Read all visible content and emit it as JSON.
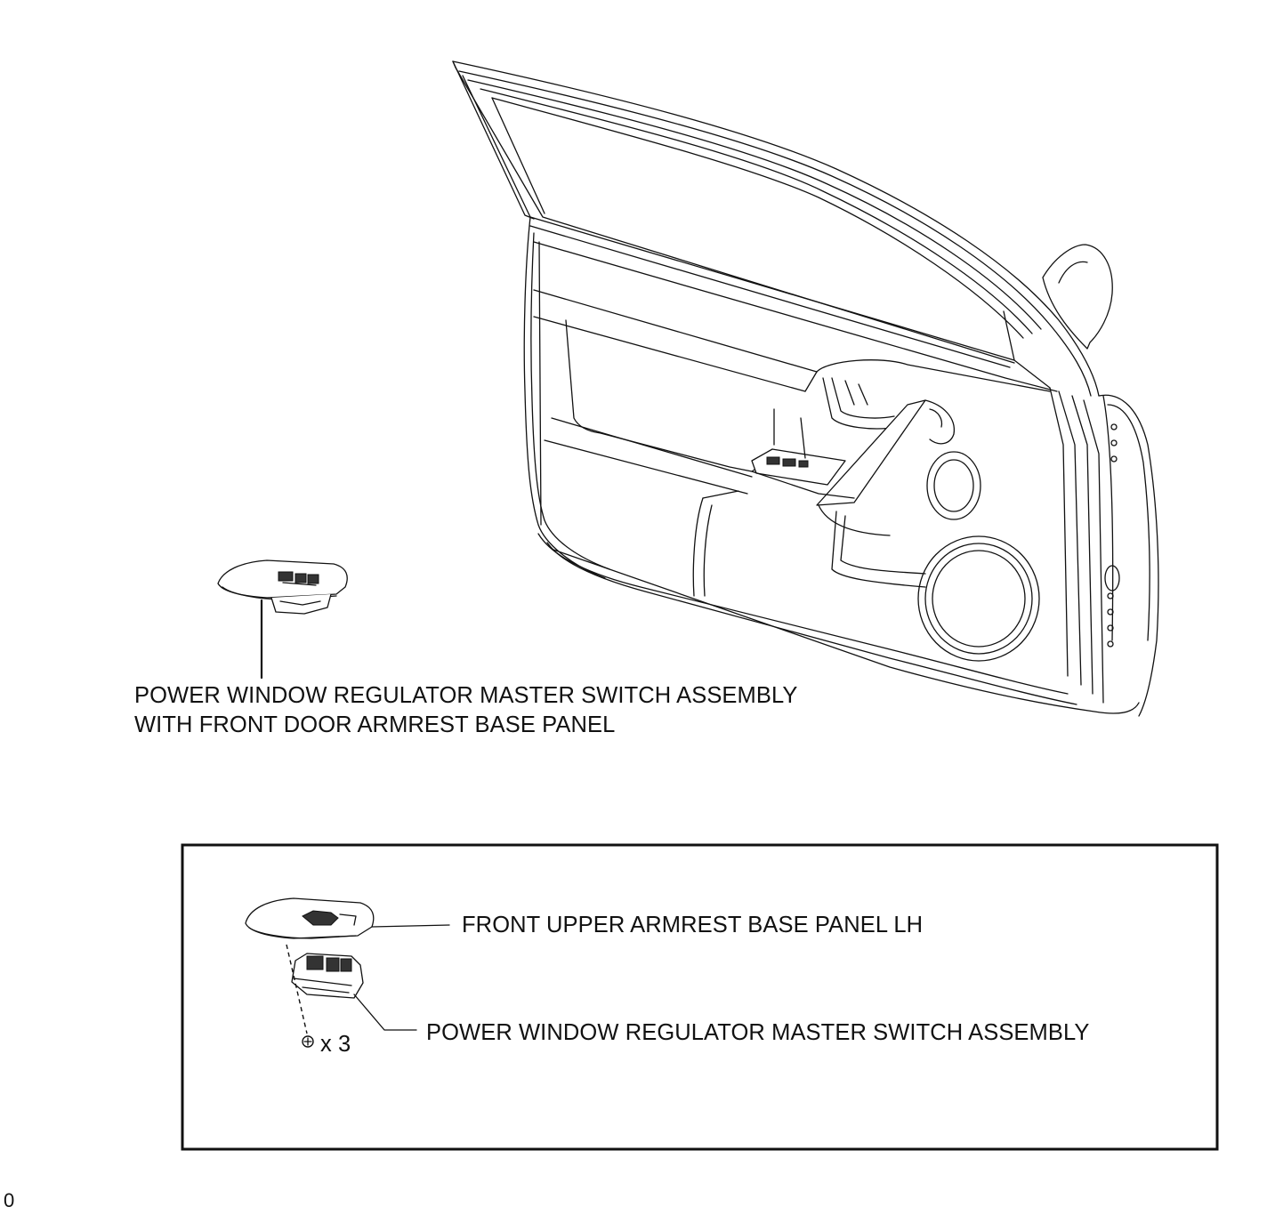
{
  "main_callout": {
    "line1": "POWER WINDOW REGULATOR MASTER SWITCH ASSEMBLY",
    "line2": "WITH FRONT DOOR ARMREST BASE PANEL"
  },
  "detail_box": {
    "panel_label": "FRONT UPPER ARMREST BASE PANEL LH",
    "switch_label": "POWER WINDOW REGULATOR MASTER SWITCH ASSEMBLY",
    "screw_quantity": "x 3"
  },
  "corner_mark": "0",
  "icons": [
    "front-door-trim-illustration",
    "armrest-base-panel-illustration",
    "master-switch-illustration",
    "screw-icon"
  ]
}
